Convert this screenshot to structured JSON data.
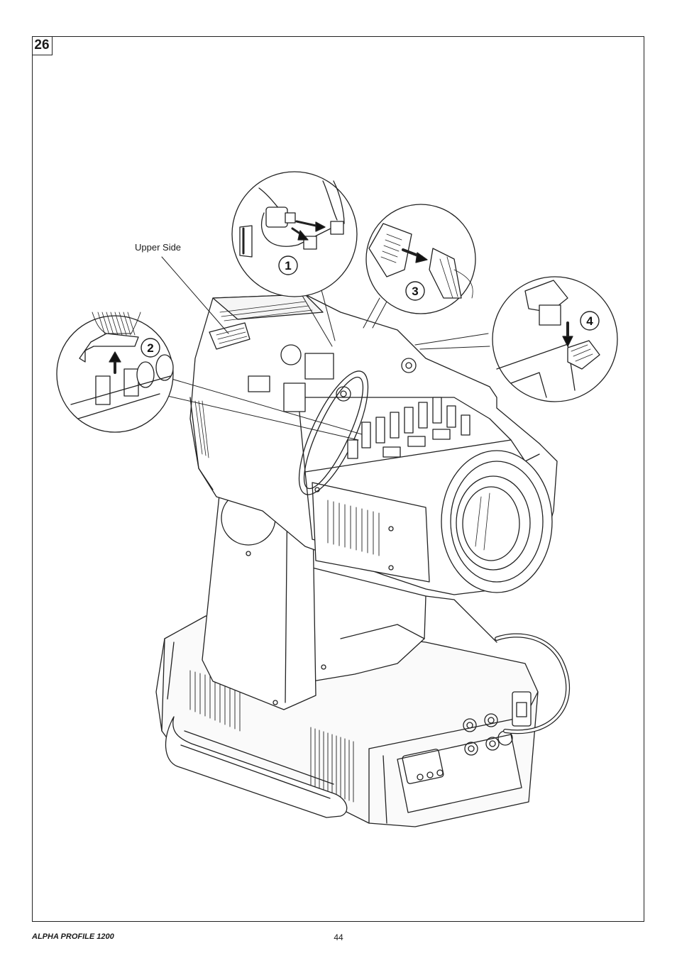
{
  "figure": {
    "number": "26"
  },
  "callouts": {
    "upper_side": "Upper Side"
  },
  "steps": [
    "1",
    "2",
    "3",
    "4"
  ],
  "footer": {
    "model": "ALPHA PROFILE 1200",
    "page_number": "44"
  }
}
